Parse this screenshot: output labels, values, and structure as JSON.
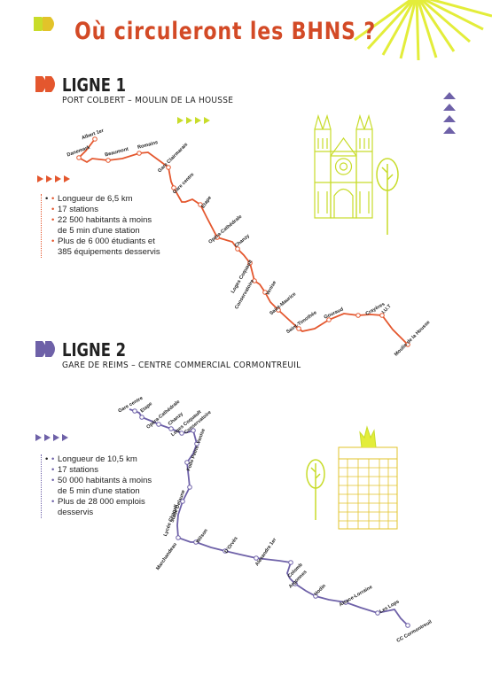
{
  "title": "Où circuleront les BHNS ?",
  "colors": {
    "red": "#e4572e",
    "purple": "#6e61a8",
    "yellow": "#c8dc2a",
    "sun": "#e3ed3a"
  },
  "ligne1": {
    "title": "LIGNE 1",
    "subtitle": "PORT COLBERT – MOULIN DE LA HOUSSE",
    "facts": [
      "Longueur de 6,5 km",
      "17 stations",
      "22 500 habitants à moins de 5 min d'une station",
      "Plus de 6 000 étudiants et 385 équipements desservis"
    ],
    "stops": [
      "Albert 1er",
      "Danemark",
      "Beaumont",
      "Romains",
      "Gare Clairmarais",
      "Gare centre",
      "Etape",
      "Opéra-Cathédrale",
      "Chanzy",
      "Loges Coquault",
      "Conservatoire",
      "Venise",
      "Saint-Maurice",
      "Saint-Timothée",
      "Gouraud",
      "Crayères",
      "I.U.T",
      "Moulin de la Housse"
    ]
  },
  "ligne2": {
    "title": "LIGNE 2",
    "subtitle": "GARE DE REIMS – CENTRE COMMERCIAL CORMONTREUIL",
    "facts": [
      "Longueur de 10,5 km",
      "17 stations",
      "50 000 habitants à moins de 5 min d'une station",
      "Plus de 28 000 emplois desservis"
    ],
    "stops": [
      "Gare centre",
      "Etape",
      "Opéra-Cathédrale",
      "Chanzy",
      "Loges Coquault",
      "Conservatoire",
      "Venise",
      "Follo Peine",
      "Stade Delaune",
      "Lycée Chagall",
      "Marchandeau",
      "Wilson",
      "D'Orvès",
      "Alexandre 1er",
      "Colomb",
      "Argonnes",
      "Hodin",
      "Alsace-Lorraine",
      "Les Lops",
      "CC Cormontreuil"
    ]
  }
}
